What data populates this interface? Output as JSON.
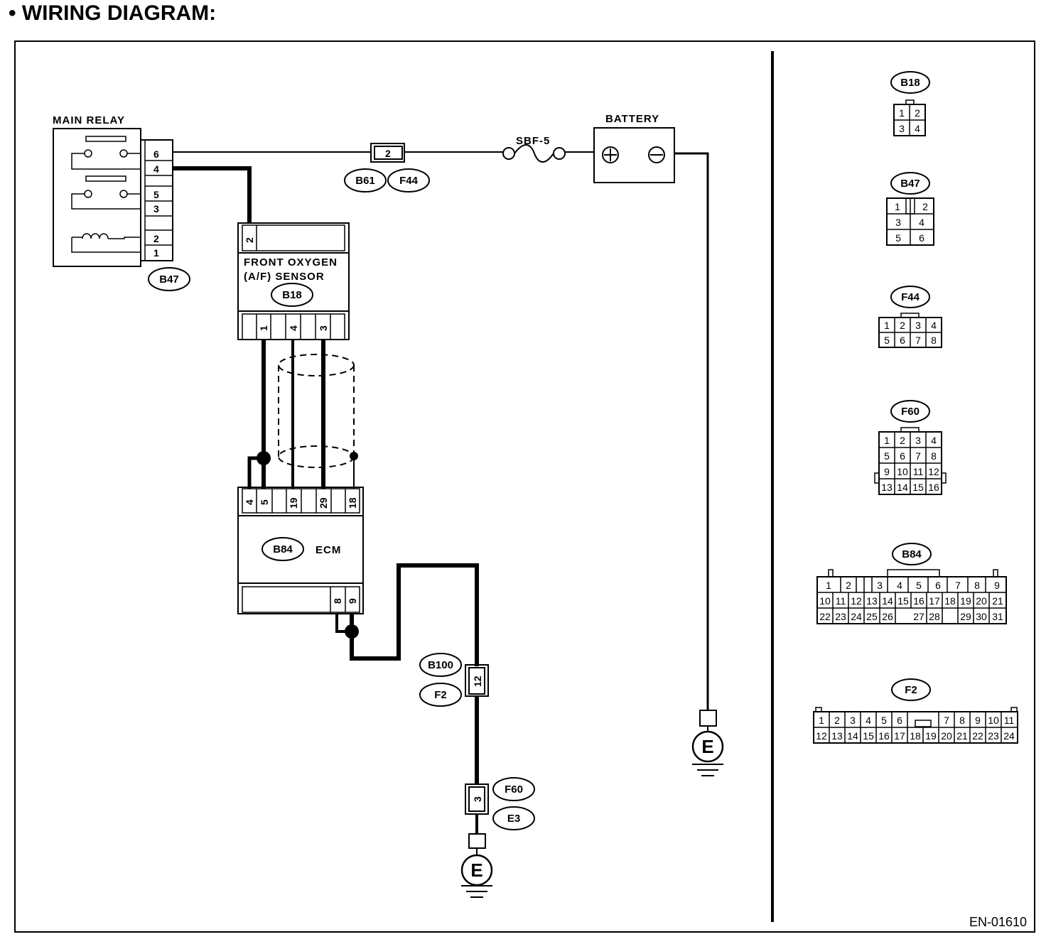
{
  "header": {
    "title": "•  WIRING DIAGRAM:"
  },
  "figure_code": "EN-01610",
  "components": {
    "main_relay": {
      "label": "MAIN RELAY",
      "connector": "B47",
      "pins": [
        "6",
        "4",
        "5",
        "3",
        "2",
        "1"
      ]
    },
    "battery": {
      "label": "BATTERY",
      "plus": "+",
      "minus": "−"
    },
    "fuse": {
      "label": "SBF-5"
    },
    "sensor": {
      "label_line1": "FRONT OXYGEN",
      "label_line2": "(A/F) SENSOR",
      "connector": "B18",
      "top_pin": "2",
      "bottom_pins": [
        "1",
        "4",
        "3"
      ]
    },
    "ecm": {
      "label": "ECM",
      "connector": "B84",
      "top_pins": [
        "4",
        "5",
        "19",
        "29",
        "18"
      ],
      "bottom_pins": [
        "8",
        "9"
      ]
    },
    "joint_b61_f44": {
      "pin": "2",
      "connectors": [
        "B61",
        "F44"
      ]
    },
    "joint_b100_f2": {
      "pin": "12",
      "connectors": [
        "B100",
        "F2"
      ]
    },
    "joint_f60_e3": {
      "pin": "3",
      "connectors": [
        "F60",
        "E3"
      ]
    },
    "ground_symbol": "E"
  },
  "connector_views": [
    {
      "name": "B18",
      "rows": [
        [
          "1",
          "2"
        ],
        [
          "3",
          "4"
        ]
      ]
    },
    {
      "name": "B47",
      "rows": [
        [
          "1",
          "2"
        ],
        [
          "3",
          "4"
        ],
        [
          "5",
          "6"
        ]
      ]
    },
    {
      "name": "F44",
      "rows": [
        [
          "1",
          "2",
          "3",
          "4"
        ],
        [
          "5",
          "6",
          "7",
          "8"
        ]
      ]
    },
    {
      "name": "F60",
      "rows": [
        [
          "1",
          "2",
          "3",
          "4"
        ],
        [
          "5",
          "6",
          "7",
          "8"
        ],
        [
          "9",
          "10",
          "11",
          "12"
        ],
        [
          "13",
          "14",
          "15",
          "16"
        ]
      ]
    },
    {
      "name": "B84",
      "rows": [
        [
          "1",
          "2",
          "",
          "3",
          "4",
          "5",
          "6",
          "7",
          "8",
          "9"
        ],
        [
          "10",
          "11",
          "12",
          "13",
          "14",
          "15",
          "16",
          "17",
          "18",
          "19",
          "20",
          "21"
        ],
        [
          "22",
          "23",
          "24",
          "25",
          "26",
          "",
          "27",
          "28",
          "",
          "29",
          "30",
          "31"
        ]
      ]
    },
    {
      "name": "F2",
      "rows": [
        [
          "1",
          "2",
          "3",
          "4",
          "5",
          "6",
          "",
          "",
          "7",
          "8",
          "9",
          "10",
          "11"
        ],
        [
          "12",
          "13",
          "14",
          "15",
          "16",
          "17",
          "18",
          "19",
          "20",
          "21",
          "22",
          "23",
          "24"
        ]
      ]
    }
  ]
}
